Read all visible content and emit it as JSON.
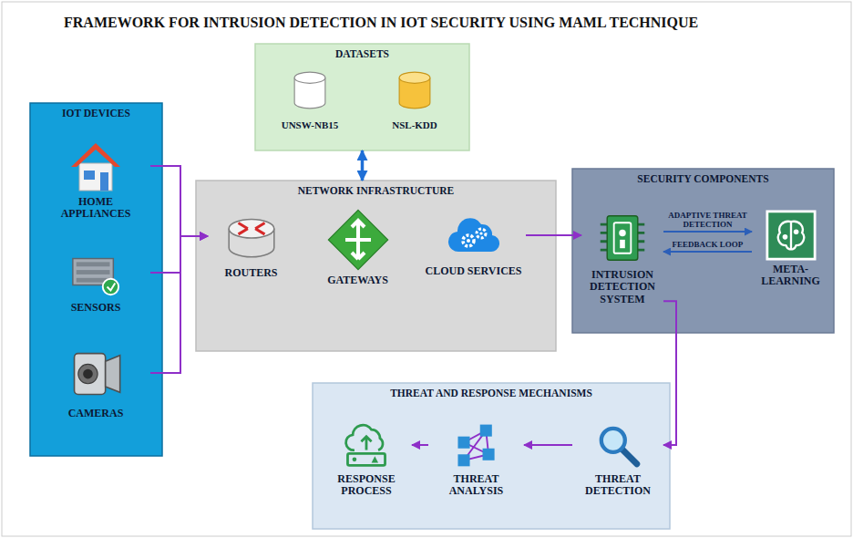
{
  "diagram": {
    "title": "FRAMEWORK FOR INTRUSION DETECTION IN IOT SECURITY USING MAML TECHNIQUE",
    "nodes": [
      {
        "text": [
          "DATASETS"
        ]
      },
      {
        "text": [
          "UNSW-NB15"
        ],
        "in": 0
      },
      {
        "text": [
          "NSL-KDD"
        ],
        "in": 0
      },
      {
        "text": [
          "IOT DEVICES"
        ]
      },
      {
        "text": [
          "HOME APPLIANCES"
        ],
        "in": 3
      },
      {
        "text": [
          "SENSORS"
        ],
        "in": 3
      },
      {
        "text": [
          "CAMERAS"
        ],
        "in": 3
      },
      {
        "text": [
          "NETWORK INFRASTRUCTURE"
        ]
      },
      {
        "text": [
          "ROUTERS"
        ],
        "in": 7
      },
      {
        "text": [
          "GATEWAYS"
        ],
        "in": 7
      },
      {
        "text": [
          "CLOUD SERVICES"
        ],
        "in": 7
      },
      {
        "text": [
          "SECURITY COMPONENTS"
        ]
      },
      {
        "text": [
          "INTRUSION DETECTION SYSTEM"
        ],
        "in": 11
      },
      {
        "text": [
          "META-LEARNING"
        ],
        "in": 11
      },
      {
        "text": [
          "THREAT AND RESPONSE MECHANISMS"
        ]
      },
      {
        "text": [
          "RESPONSE PROCESS"
        ],
        "in": 14
      },
      {
        "text": [
          "THREAT ANALYSIS"
        ],
        "in": 14
      },
      {
        "text": [
          "THREAT DETECTION"
        ],
        "in": 14
      }
    ],
    "edges": [
      {
        "from": 4,
        "to": 8,
        "arrow": "to"
      },
      {
        "from": 5,
        "to": 8,
        "arrow": "to"
      },
      {
        "from": 6,
        "to": 8,
        "arrow": "to"
      },
      {
        "from": 0,
        "to": 7,
        "arrow": "both"
      },
      {
        "from": 10,
        "to": 12,
        "arrow": "to"
      },
      {
        "from": 12,
        "to": 13,
        "label": "ADAPTIVE THREAT DETECTION",
        "arrow": "to"
      },
      {
        "from": 13,
        "to": 12,
        "label": "FEEDBACK LOOP",
        "arrow": "to"
      },
      {
        "from": 12,
        "to": 17,
        "arrow": "to"
      },
      {
        "from": 17,
        "to": 16,
        "arrow": "to"
      },
      {
        "from": 16,
        "to": 15,
        "arrow": "to"
      }
    ]
  }
}
